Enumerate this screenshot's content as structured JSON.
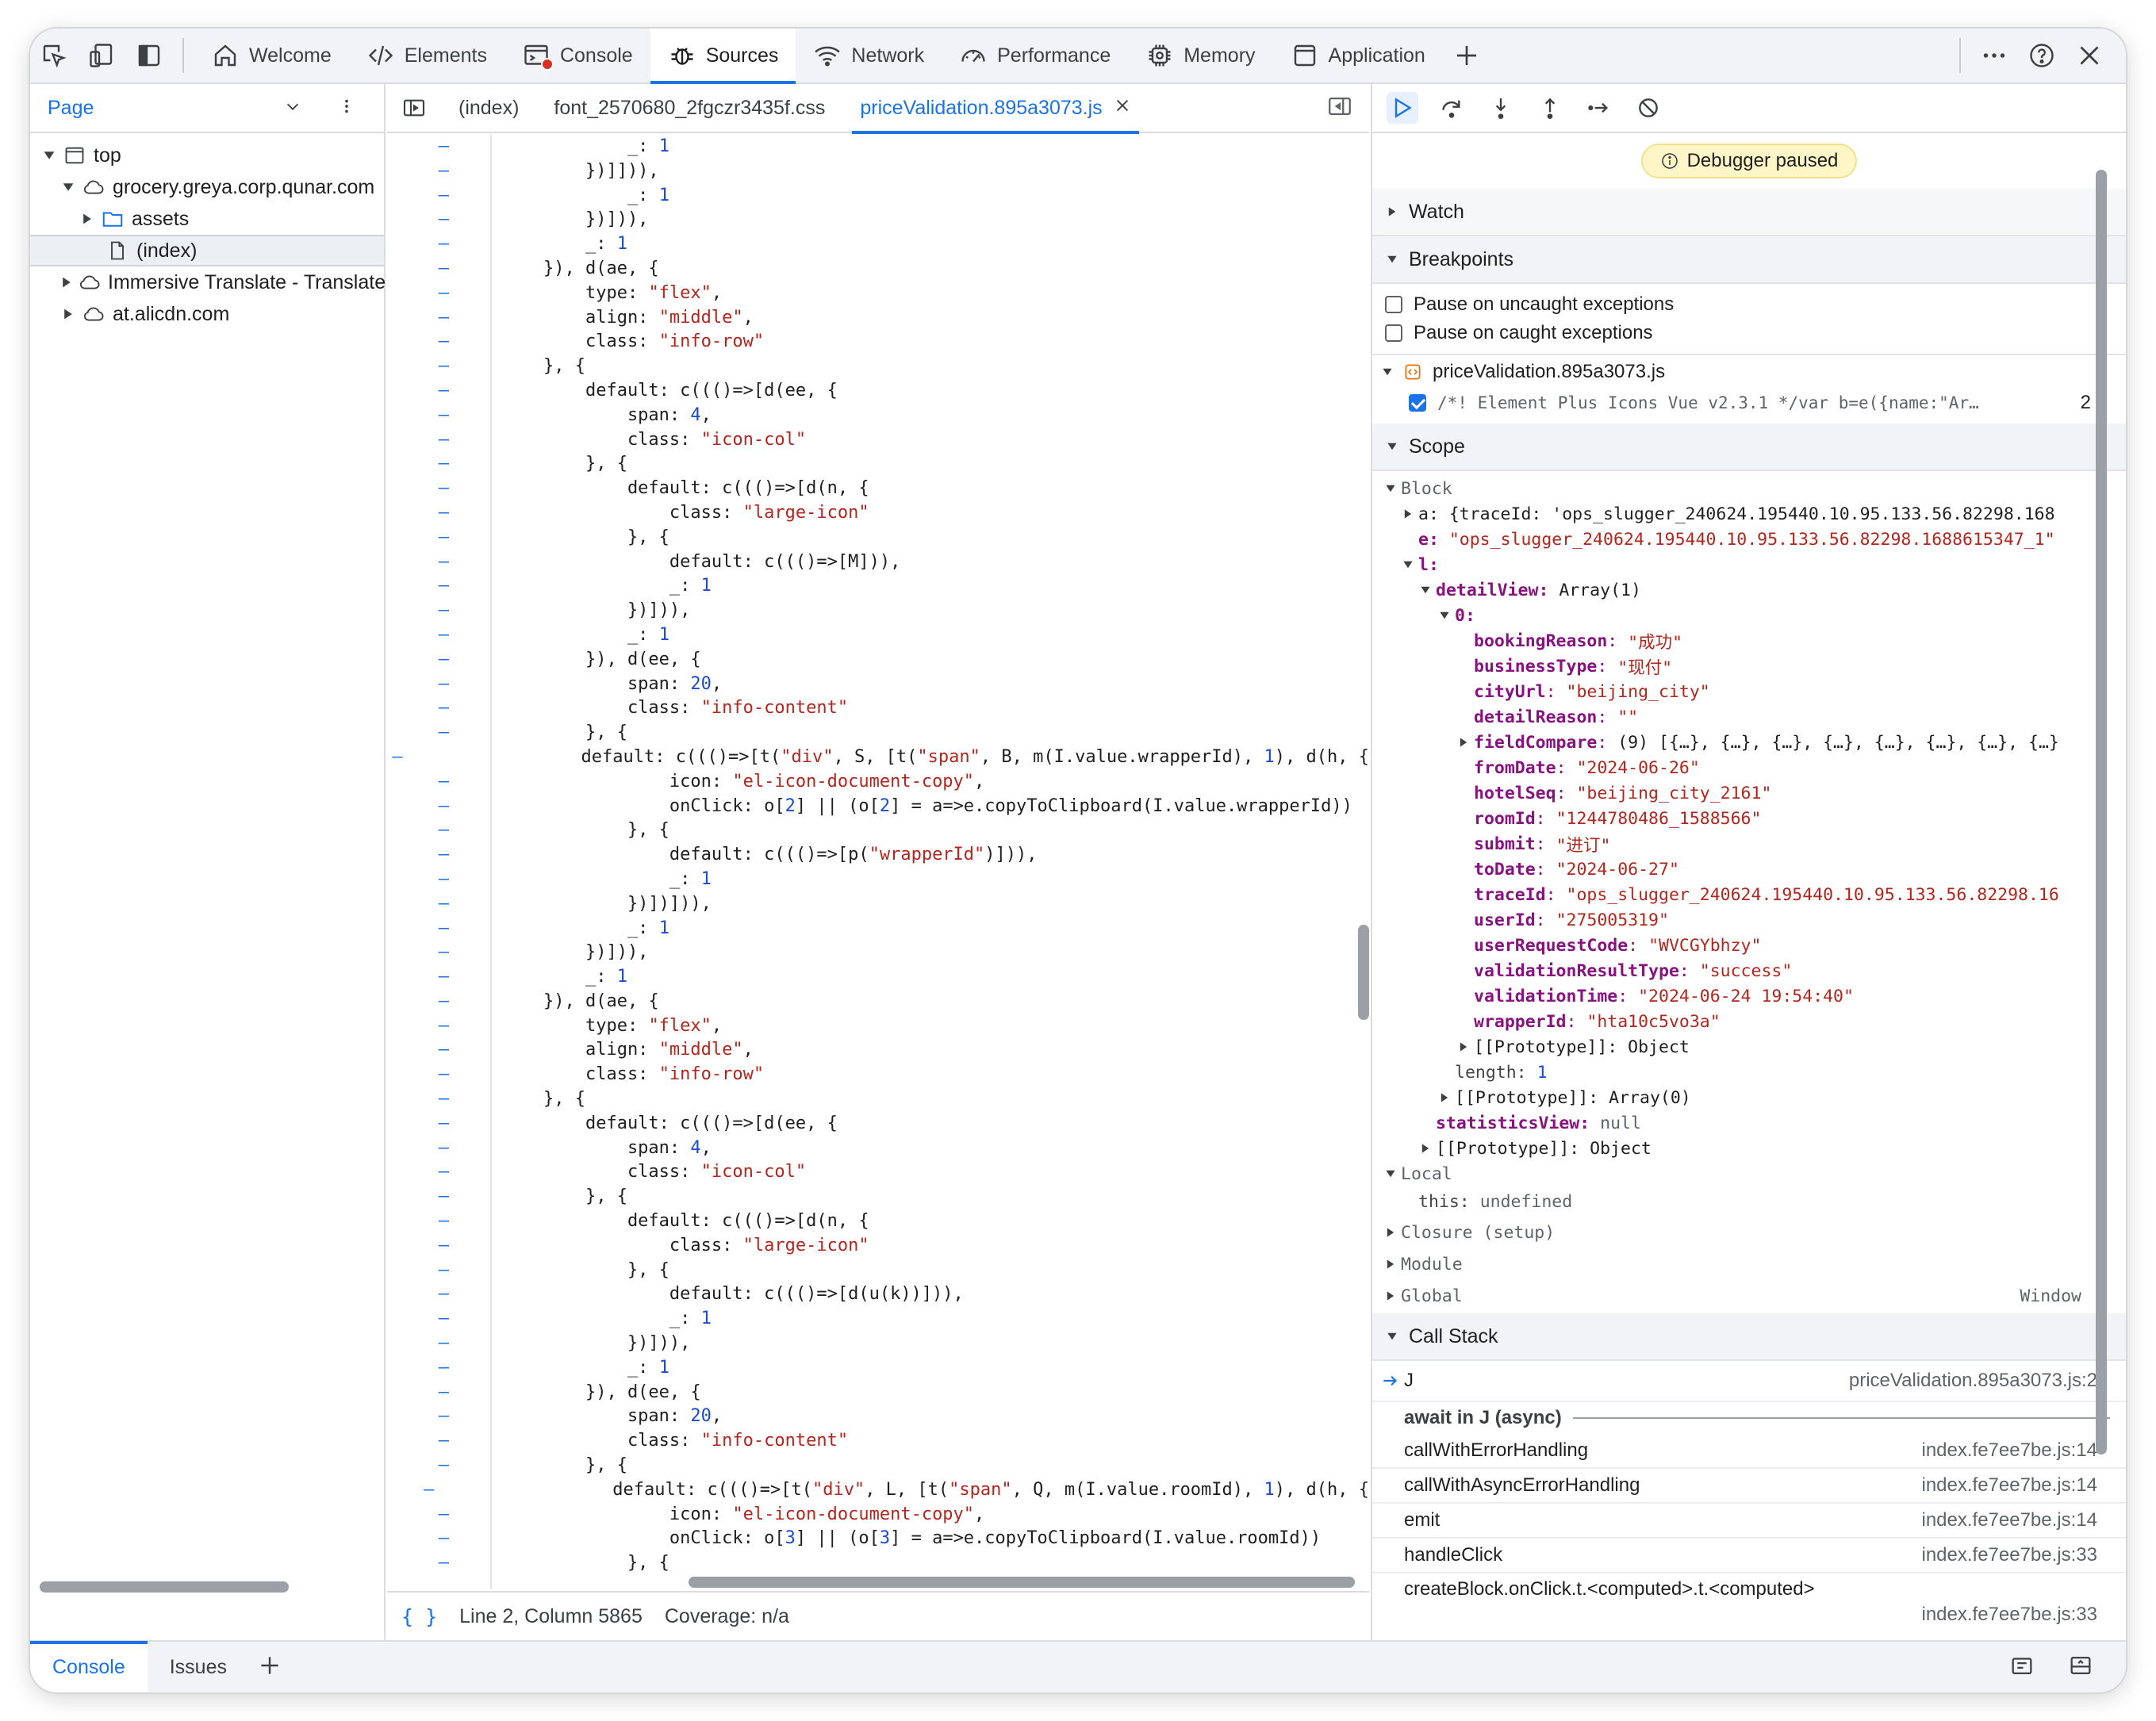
{
  "topbar": {
    "tabs": [
      {
        "label": "Welcome",
        "icon": "home-icon"
      },
      {
        "label": "Elements",
        "icon": "code-icon"
      },
      {
        "label": "Console",
        "icon": "console-icon"
      },
      {
        "label": "Sources",
        "icon": "bug-icon",
        "active": true
      },
      {
        "label": "Network",
        "icon": "wifi-icon"
      },
      {
        "label": "Performance",
        "icon": "gauge-icon"
      },
      {
        "label": "Memory",
        "icon": "chip-icon"
      },
      {
        "label": "Application",
        "icon": "window-icon"
      }
    ]
  },
  "navigator": {
    "dropdown": "Page",
    "tree": [
      {
        "label": "top",
        "level": 0,
        "expanded": true,
        "icon": "frame-icon"
      },
      {
        "label": "grocery.greya.corp.qunar.com",
        "level": 1,
        "expanded": true,
        "icon": "cloud-icon"
      },
      {
        "label": "assets",
        "level": 2,
        "expanded": false,
        "icon": "folder-icon"
      },
      {
        "label": "(index)",
        "level": 3,
        "icon": "file-icon",
        "selected": true
      },
      {
        "label": "Immersive Translate - Translate",
        "level": 1,
        "expanded": false,
        "icon": "cloud-icon"
      },
      {
        "label": "at.alicdn.com",
        "level": 1,
        "expanded": false,
        "icon": "cloud-icon"
      }
    ]
  },
  "editor": {
    "tabs": [
      {
        "label": "(index)"
      },
      {
        "label": "font_2570680_2fgczr3435f.css"
      },
      {
        "label": "priceValidation.895a3073.js",
        "active": true
      }
    ],
    "status": {
      "braces": "{ }",
      "position": "Line 2, Column 5865",
      "coverage": "Coverage: n/a"
    },
    "code": [
      [
        {
          "t": "            _: "
        },
        {
          "n": "1"
        }
      ],
      [
        {
          "t": "        })]])),"
        }
      ],
      [
        {
          "t": "            _: "
        },
        {
          "n": "1"
        }
      ],
      [
        {
          "t": "        })])),"
        }
      ],
      [
        {
          "t": "        _: "
        },
        {
          "n": "1"
        }
      ],
      [
        {
          "t": "    }), d(ae, {"
        }
      ],
      [
        {
          "t": "        type: "
        },
        {
          "s": "\"flex\""
        },
        {
          "t": ","
        }
      ],
      [
        {
          "t": "        align: "
        },
        {
          "s": "\"middle\""
        },
        {
          "t": ","
        }
      ],
      [
        {
          "t": "        class: "
        },
        {
          "s": "\"info-row\""
        }
      ],
      [
        {
          "t": "    }, {"
        }
      ],
      [
        {
          "t": "        default: c((()=>[d(ee, {"
        }
      ],
      [
        {
          "t": "            span: "
        },
        {
          "n": "4"
        },
        {
          "t": ","
        }
      ],
      [
        {
          "t": "            class: "
        },
        {
          "s": "\"icon-col\""
        }
      ],
      [
        {
          "t": "        }, {"
        }
      ],
      [
        {
          "t": "            default: c((()=>[d(n, {"
        }
      ],
      [
        {
          "t": "                class: "
        },
        {
          "s": "\"large-icon\""
        }
      ],
      [
        {
          "t": "            }, {"
        }
      ],
      [
        {
          "t": "                default: c((()=>[M])),"
        }
      ],
      [
        {
          "t": "                _: "
        },
        {
          "n": "1"
        }
      ],
      [
        {
          "t": "            })])),"
        }
      ],
      [
        {
          "t": "            _: "
        },
        {
          "n": "1"
        }
      ],
      [
        {
          "t": "        }), d(ee, {"
        }
      ],
      [
        {
          "t": "            span: "
        },
        {
          "n": "20"
        },
        {
          "t": ","
        }
      ],
      [
        {
          "t": "            class: "
        },
        {
          "s": "\"info-content\""
        }
      ],
      [
        {
          "t": "        }, {"
        }
      ],
      [
        {
          "t": "            default: c((()=>[t("
        },
        {
          "s": "\"div\""
        },
        {
          "t": ", S, [t("
        },
        {
          "s": "\"span\""
        },
        {
          "t": ", B, m(I.value.wrapperId), "
        },
        {
          "n": "1"
        },
        {
          "t": "), d(h, {"
        }
      ],
      [
        {
          "t": "                icon: "
        },
        {
          "s": "\"el-icon-document-copy\""
        },
        {
          "t": ","
        }
      ],
      [
        {
          "t": "                onClick: o["
        },
        {
          "n": "2"
        },
        {
          "t": "] || (o["
        },
        {
          "n": "2"
        },
        {
          "t": "] = a=>e.copyToClipboard(I.value.wrapperId))"
        }
      ],
      [
        {
          "t": "            }, {"
        }
      ],
      [
        {
          "t": "                default: c((()=>[p("
        },
        {
          "s": "\"wrapperId\""
        },
        {
          "t": ")])),"
        }
      ],
      [
        {
          "t": "                _: "
        },
        {
          "n": "1"
        }
      ],
      [
        {
          "t": "            })])])),"
        }
      ],
      [
        {
          "t": "            _: "
        },
        {
          "n": "1"
        }
      ],
      [
        {
          "t": "        })])),"
        }
      ],
      [
        {
          "t": "        _: "
        },
        {
          "n": "1"
        }
      ],
      [
        {
          "t": "    }), d(ae, {"
        }
      ],
      [
        {
          "t": "        type: "
        },
        {
          "s": "\"flex\""
        },
        {
          "t": ","
        }
      ],
      [
        {
          "t": "        align: "
        },
        {
          "s": "\"middle\""
        },
        {
          "t": ","
        }
      ],
      [
        {
          "t": "        class: "
        },
        {
          "s": "\"info-row\""
        }
      ],
      [
        {
          "t": "    }, {"
        }
      ],
      [
        {
          "t": "        default: c((()=>[d(ee, {"
        }
      ],
      [
        {
          "t": "            span: "
        },
        {
          "n": "4"
        },
        {
          "t": ","
        }
      ],
      [
        {
          "t": "            class: "
        },
        {
          "s": "\"icon-col\""
        }
      ],
      [
        {
          "t": "        }, {"
        }
      ],
      [
        {
          "t": "            default: c((()=>[d(n, {"
        }
      ],
      [
        {
          "t": "                class: "
        },
        {
          "s": "\"large-icon\""
        }
      ],
      [
        {
          "t": "            }, {"
        }
      ],
      [
        {
          "t": "                default: c((()=>[d(u(k))])),"
        }
      ],
      [
        {
          "t": "                _: "
        },
        {
          "n": "1"
        }
      ],
      [
        {
          "t": "            })])),"
        }
      ],
      [
        {
          "t": "            _: "
        },
        {
          "n": "1"
        }
      ],
      [
        {
          "t": "        }), d(ee, {"
        }
      ],
      [
        {
          "t": "            span: "
        },
        {
          "n": "20"
        },
        {
          "t": ","
        }
      ],
      [
        {
          "t": "            class: "
        },
        {
          "s": "\"info-content\""
        }
      ],
      [
        {
          "t": "        }, {"
        }
      ],
      [
        {
          "t": "            default: c((()=>[t("
        },
        {
          "s": "\"div\""
        },
        {
          "t": ", L, [t("
        },
        {
          "s": "\"span\""
        },
        {
          "t": ", Q, m(I.value.roomId), "
        },
        {
          "n": "1"
        },
        {
          "t": "), d(h, {"
        }
      ],
      [
        {
          "t": "                icon: "
        },
        {
          "s": "\"el-icon-document-copy\""
        },
        {
          "t": ","
        }
      ],
      [
        {
          "t": "                onClick: o["
        },
        {
          "n": "3"
        },
        {
          "t": "] || (o["
        },
        {
          "n": "3"
        },
        {
          "t": "] = a=>e.copyToClipboard(I.value.roomId))"
        }
      ],
      [
        {
          "t": "            }, {"
        }
      ]
    ]
  },
  "debugger": {
    "paused_label": "Debugger paused",
    "sections": {
      "watch": "Watch",
      "breakpoints": "Breakpoints",
      "scope": "Scope",
      "callstack": "Call Stack"
    },
    "exceptions": [
      {
        "label": "Pause on uncaught exceptions",
        "checked": false
      },
      {
        "label": "Pause on caught exceptions",
        "checked": false
      }
    ],
    "breakpoint_file": "priceValidation.895a3073.js",
    "breakpoint_code": "/*! Element Plus Icons Vue v2.3.1 */var b=e({name:\"Ar…",
    "breakpoint_line": "2",
    "scope": {
      "block_label": "Block",
      "a_row": "a: {traceId: 'ops_slugger_240624.195440.10.95.133.56.82298.168",
      "e_key": "e:",
      "e_val": "\"ops_slugger_240624.195440.10.95.133.56.82298.1688615347_1\"",
      "l_key": "l:",
      "detailView_key": "detailView:",
      "detailView_val": "Array(1)",
      "zero_key": "0:",
      "fields": [
        {
          "k": "bookingReason",
          "v": "\"成功\"",
          "type": "str"
        },
        {
          "k": "businessType",
          "v": "\"现付\"",
          "type": "str"
        },
        {
          "k": "cityUrl",
          "v": "\"beijing_city\"",
          "type": "str"
        },
        {
          "k": "detailReason",
          "v": "\"\"",
          "type": "str"
        },
        {
          "k": "fieldCompare",
          "v": "(9) [{…}, {…}, {…}, {…}, {…}, {…}, {…}, {…}",
          "type": "obj",
          "expandable": true
        },
        {
          "k": "fromDate",
          "v": "\"2024-06-26\"",
          "type": "str"
        },
        {
          "k": "hotelSeq",
          "v": "\"beijing_city_2161\"",
          "type": "str"
        },
        {
          "k": "roomId",
          "v": "\"1244780486_1588566\"",
          "type": "str"
        },
        {
          "k": "submit",
          "v": "\"进订\"",
          "type": "str"
        },
        {
          "k": "toDate",
          "v": "\"2024-06-27\"",
          "type": "str"
        },
        {
          "k": "traceId",
          "v": "\"ops_slugger_240624.195440.10.95.133.56.82298.16",
          "type": "str"
        },
        {
          "k": "userId",
          "v": "\"275005319\"",
          "type": "str"
        },
        {
          "k": "userRequestCode",
          "v": "\"WVCGYbhzy\"",
          "type": "str"
        },
        {
          "k": "validationResultType",
          "v": "\"success\"",
          "type": "str"
        },
        {
          "k": "validationTime",
          "v": "\"2024-06-24 19:54:40\"",
          "type": "str"
        },
        {
          "k": "wrapperId",
          "v": "\"hta10c5vo3a\"",
          "type": "str"
        }
      ],
      "proto_object": "[[Prototype]]: Object",
      "length_key": "length:",
      "length_val": "1",
      "proto_array": "[[Prototype]]: Array(0)",
      "statisticsView_key": "statisticsView:",
      "statisticsView_val": "null",
      "proto_object2": "[[Prototype]]: Object",
      "local_label": "Local",
      "this_key": "this:",
      "this_val": "undefined",
      "closure_label": "Closure (setup)",
      "module_label": "Module",
      "global_label": "Global",
      "global_note": "Window"
    },
    "callstack": {
      "current": {
        "fn": "J",
        "loc": "priceValidation.895a3073.js:2"
      },
      "async_label": "await in J (async)",
      "frames": [
        {
          "fn": "callWithErrorHandling",
          "loc": "index.fe7ee7be.js:14"
        },
        {
          "fn": "callWithAsyncErrorHandling",
          "loc": "index.fe7ee7be.js:14"
        },
        {
          "fn": "emit",
          "loc": "index.fe7ee7be.js:14"
        },
        {
          "fn": "handleClick",
          "loc": "index.fe7ee7be.js:33"
        }
      ],
      "last_fn": "createBlock.onClick.t.<computed>.t.<computed>",
      "last_loc": "index.fe7ee7be.js:33"
    }
  },
  "drawer": {
    "tabs": [
      {
        "label": "Console",
        "active": true
      },
      {
        "label": "Issues"
      }
    ]
  }
}
